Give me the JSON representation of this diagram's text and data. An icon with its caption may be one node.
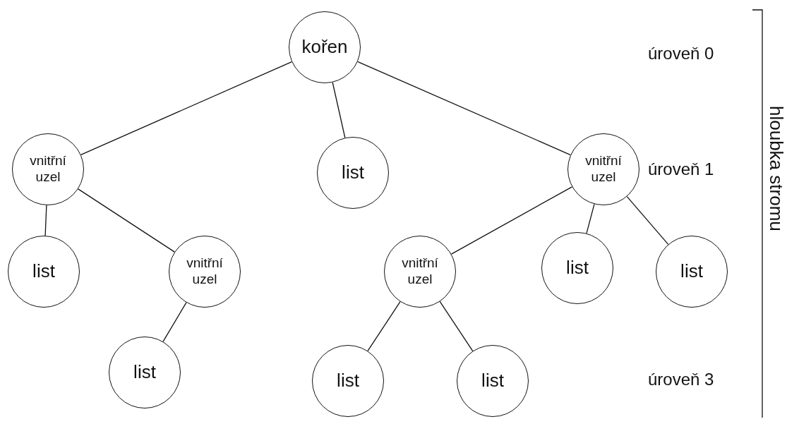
{
  "diagram": {
    "nodes": [
      {
        "text": [
          "kořen"
        ]
      },
      {
        "text": [
          "vnitřní uzel"
        ]
      },
      {
        "text": [
          "list"
        ]
      },
      {
        "text": [
          "vnitřní uzel"
        ]
      },
      {
        "text": [
          "list"
        ]
      },
      {
        "text": [
          "vnitřní uzel"
        ]
      },
      {
        "text": [
          "vnitřní uzel"
        ]
      },
      {
        "text": [
          "list"
        ]
      },
      {
        "text": [
          "list"
        ]
      },
      {
        "text": [
          "list"
        ]
      },
      {
        "text": [
          "list"
        ]
      },
      {
        "text": [
          "list"
        ]
      }
    ],
    "edges": [
      {
        "from": 0,
        "to": 1,
        "arrow": "none"
      },
      {
        "from": 0,
        "to": 2,
        "arrow": "none"
      },
      {
        "from": 0,
        "to": 3,
        "arrow": "none"
      },
      {
        "from": 1,
        "to": 4,
        "arrow": "none"
      },
      {
        "from": 1,
        "to": 5,
        "arrow": "none"
      },
      {
        "from": 5,
        "to": 9,
        "arrow": "none"
      },
      {
        "from": 3,
        "to": 6,
        "arrow": "none"
      },
      {
        "from": 3,
        "to": 7,
        "arrow": "none"
      },
      {
        "from": 3,
        "to": 8,
        "arrow": "none"
      },
      {
        "from": 6,
        "to": 10,
        "arrow": "none"
      },
      {
        "from": 6,
        "to": 11,
        "arrow": "none"
      }
    ],
    "labels": [
      "úroveň 0",
      "úroveň 1",
      "úroveň 3",
      "hloubka stromu"
    ]
  }
}
